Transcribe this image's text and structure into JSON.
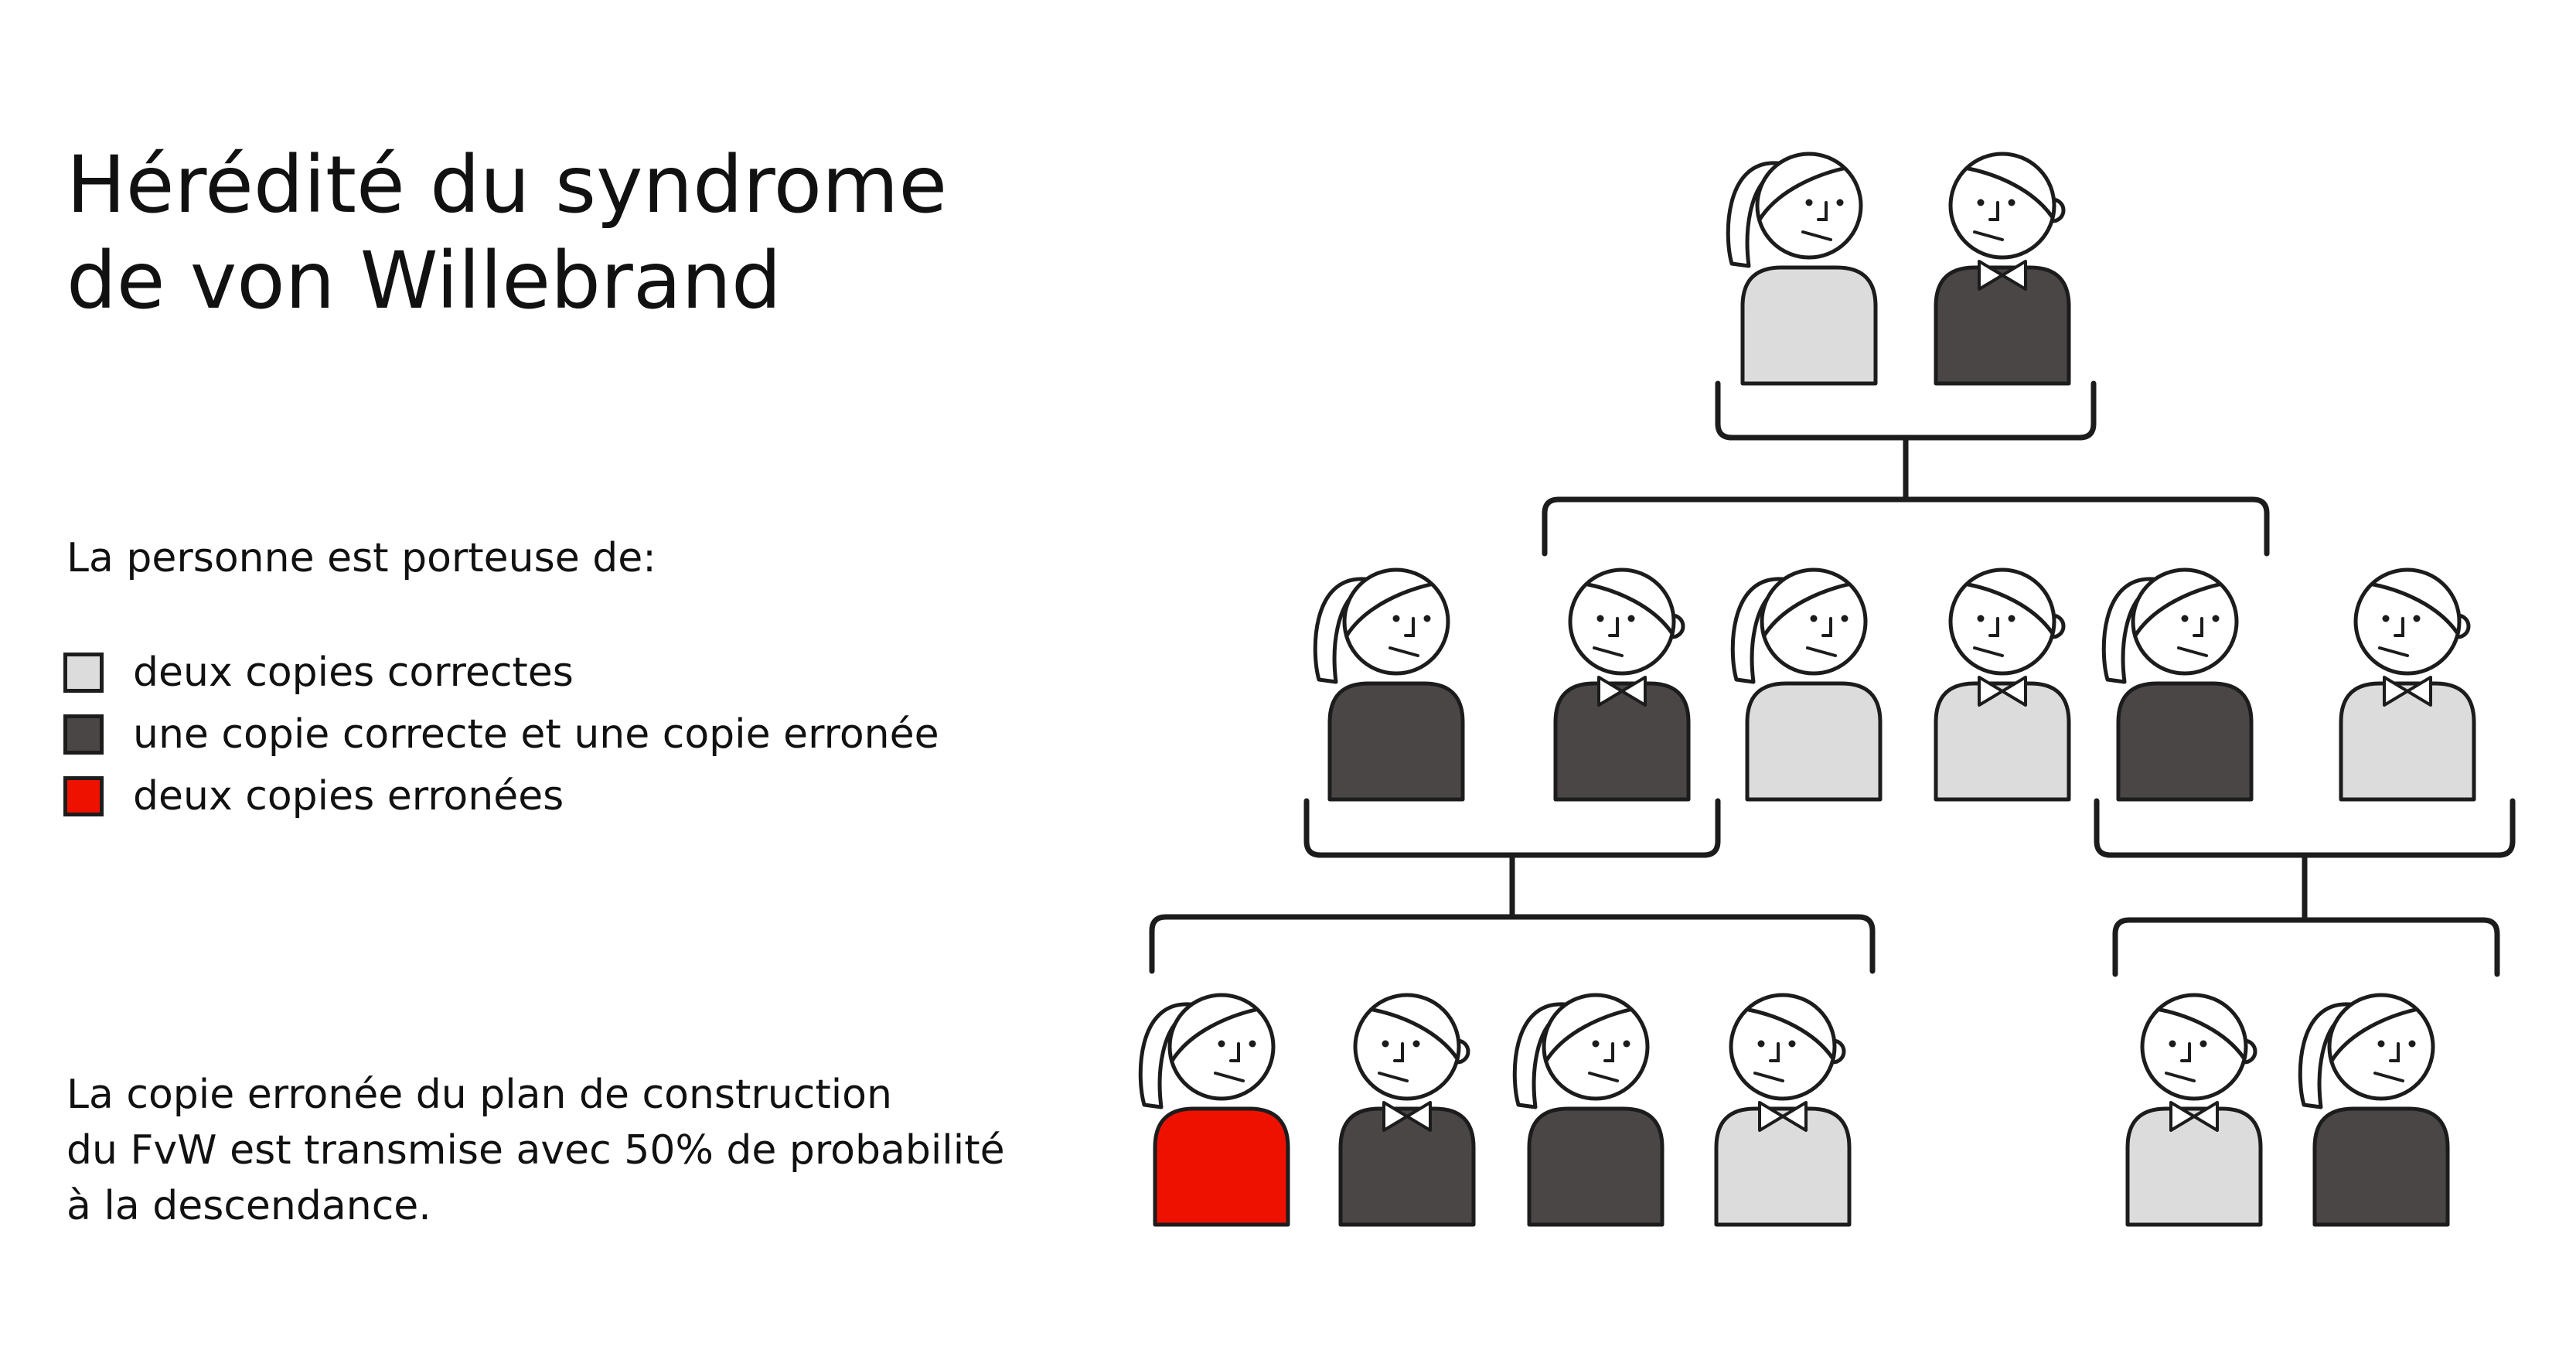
{
  "title": {
    "line1": "Hérédité du syndrome",
    "line2": "de von Willebrand"
  },
  "legend": {
    "heading": "La personne est porteuse de:",
    "items": [
      {
        "label": "deux copies correctes",
        "color": "#dcdcdc"
      },
      {
        "label": "une copie correcte et une copie erronée",
        "color": "#4a4646"
      },
      {
        "label": "deux copies erronées",
        "color": "#ee1100"
      }
    ]
  },
  "note": {
    "line1": "La copie erronée du plan de construction",
    "line2": "du FvW est transmise avec 50% de probabilité",
    "line3": "à la descendance."
  },
  "pedigree": {
    "generations": [
      [
        {
          "sex": "female",
          "status": 0
        },
        {
          "sex": "male",
          "status": 1
        }
      ],
      [
        {
          "sex": "female",
          "status": 1
        },
        {
          "sex": "male",
          "status": 1
        },
        {
          "sex": "female",
          "status": 0
        },
        {
          "sex": "male",
          "status": 0
        },
        {
          "sex": "female",
          "status": 1
        },
        {
          "sex": "male",
          "status": 0
        }
      ],
      [
        {
          "sex": "female",
          "status": 2
        },
        {
          "sex": "male",
          "status": 1
        },
        {
          "sex": "female",
          "status": 1
        },
        {
          "sex": "male",
          "status": 0
        },
        {
          "sex": "male",
          "status": 0
        },
        {
          "sex": "female",
          "status": 1
        }
      ]
    ]
  }
}
